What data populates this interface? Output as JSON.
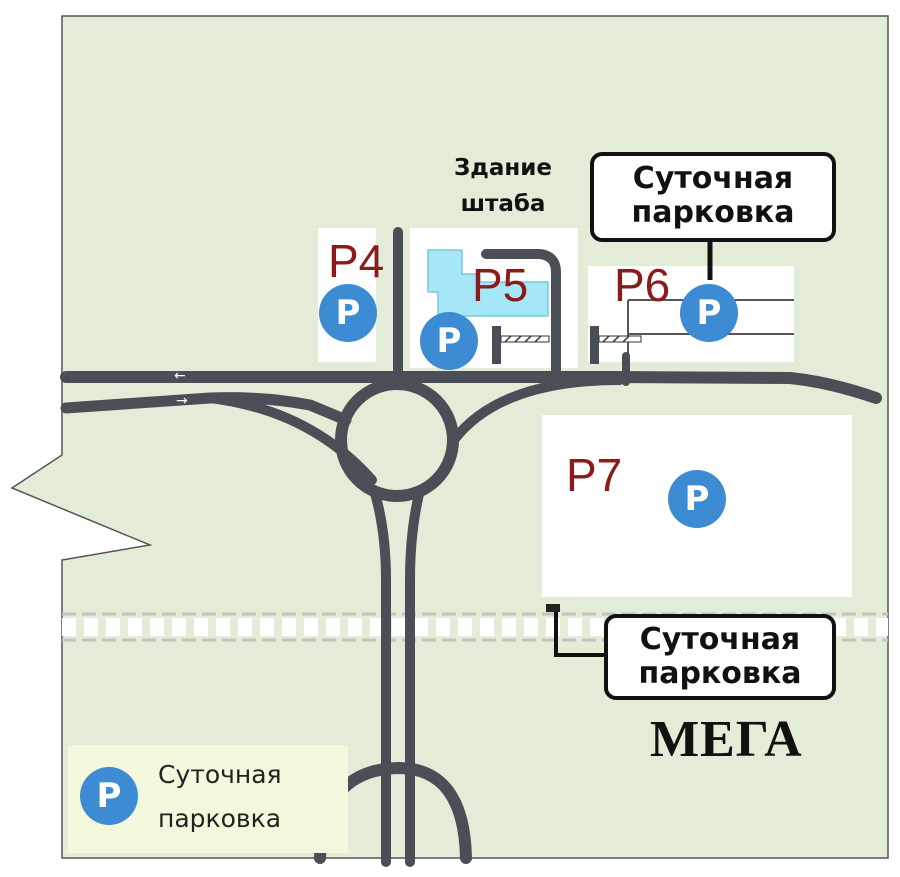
{
  "colors": {
    "land": "#e3ecd7",
    "road": "#4a4f57",
    "lot": "#ffffff",
    "building": "#a6e7f7",
    "parking_pin": "#3d8bd2",
    "lot_label": "#8b1a1a",
    "legend_bg": "#f3f7dc"
  },
  "headquarters": {
    "line1": "Здание",
    "line2": "штаба"
  },
  "lots": [
    {
      "id": "p4",
      "label": "P4"
    },
    {
      "id": "p5",
      "label": "P5"
    },
    {
      "id": "p6",
      "label": "P6"
    },
    {
      "id": "p7",
      "label": "P7"
    }
  ],
  "pin_glyph": "P",
  "callout_top": {
    "line1": "Суточная",
    "line2": "парковка"
  },
  "callout_bottom": {
    "line1": "Суточная",
    "line2": "парковка"
  },
  "brand": "МЕГА",
  "legend": {
    "line1": "Суточная",
    "line2": "парковка"
  },
  "road_arrows": {
    "westbound": "←",
    "eastbound": "→"
  },
  "icons": [
    "parking-icon",
    "barrier-gate-icon",
    "roundabout",
    "railway"
  ]
}
